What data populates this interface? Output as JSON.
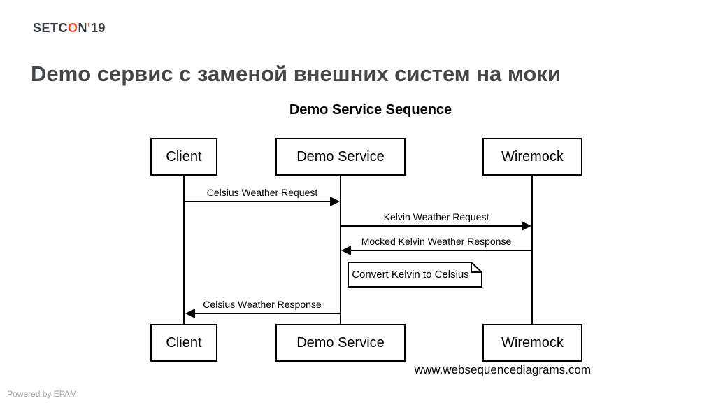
{
  "slide": {
    "logo": {
      "part1": "SETC",
      "o": "O",
      "part2": "N",
      "apostrophe": "'",
      "part3": "19",
      "accent_color": "#e8492f"
    },
    "title": "Demo сервис с заменой внешних систем на моки",
    "footer": "Powered by EPAM"
  },
  "diagram": {
    "title": "Demo Service Sequence",
    "actors": [
      "Client",
      "Demo Service",
      "Wiremock"
    ],
    "messages": [
      {
        "label": "Celsius Weather Request",
        "from": "Client",
        "to": "Demo Service",
        "direction": "right"
      },
      {
        "label": "Kelvin Weather Request",
        "from": "Demo Service",
        "to": "Wiremock",
        "direction": "right"
      },
      {
        "label": "Mocked Kelvin Weather Response",
        "from": "Wiremock",
        "to": "Demo Service",
        "direction": "left"
      },
      {
        "label": "Celsius Weather Response",
        "from": "Demo Service",
        "to": "Client",
        "direction": "left"
      }
    ],
    "note": "Convert Kelvin to Celsius",
    "watermark": "www.websequencediagrams.com"
  }
}
